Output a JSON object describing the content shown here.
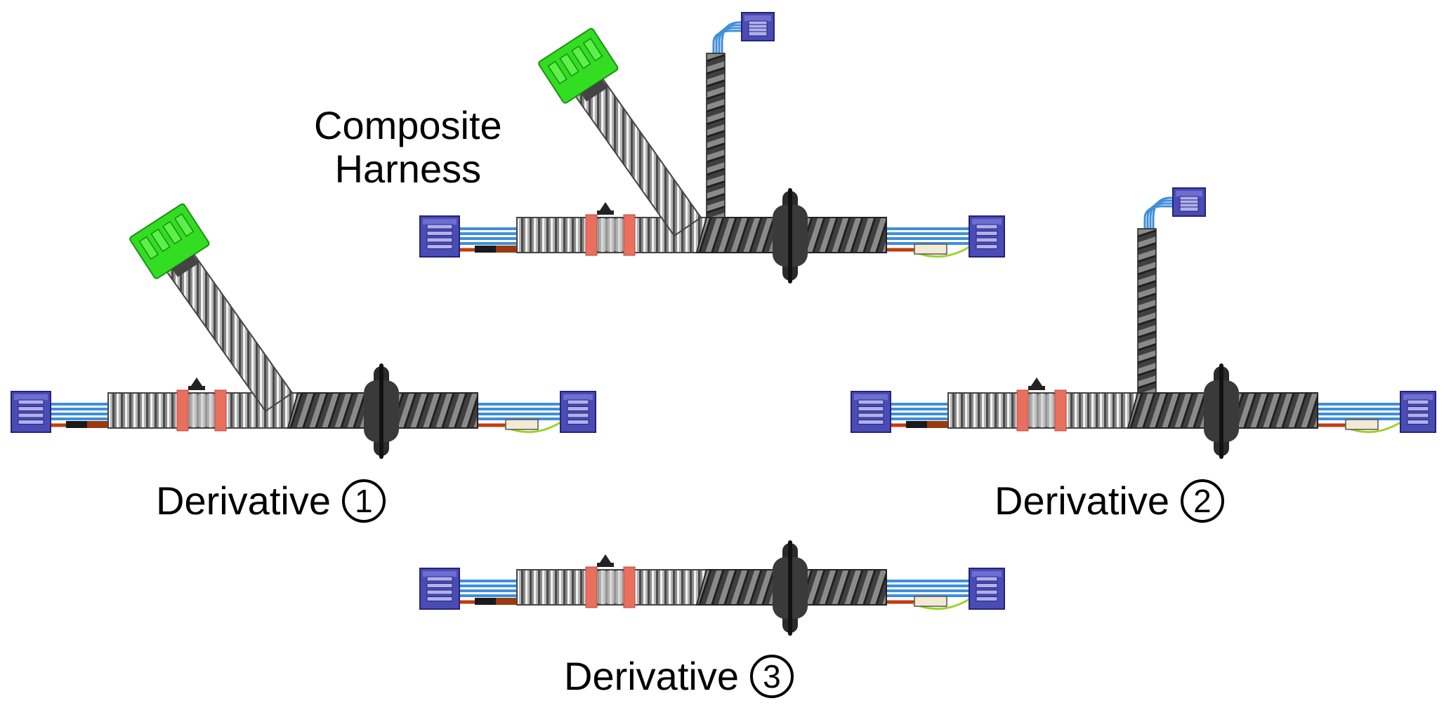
{
  "title_lines": [
    "Composite",
    "Harness"
  ],
  "derivatives": [
    {
      "text": "Derivative",
      "number": "1"
    },
    {
      "text": "Derivative",
      "number": "2"
    },
    {
      "text": "Derivative",
      "number": "3"
    }
  ],
  "colors": {
    "connector_blue": "#4b4bb5",
    "connector_green": "#33dd22",
    "wire_blue": "#3f8fd9",
    "wire_red": "#c43a10",
    "wire_green": "#9ed22a",
    "corrugated_tube": "#b9b9b9",
    "spiral_wrap": "#4a4a4a",
    "clamp_band": "#e8705c",
    "grommet": "#2b2b2b"
  }
}
